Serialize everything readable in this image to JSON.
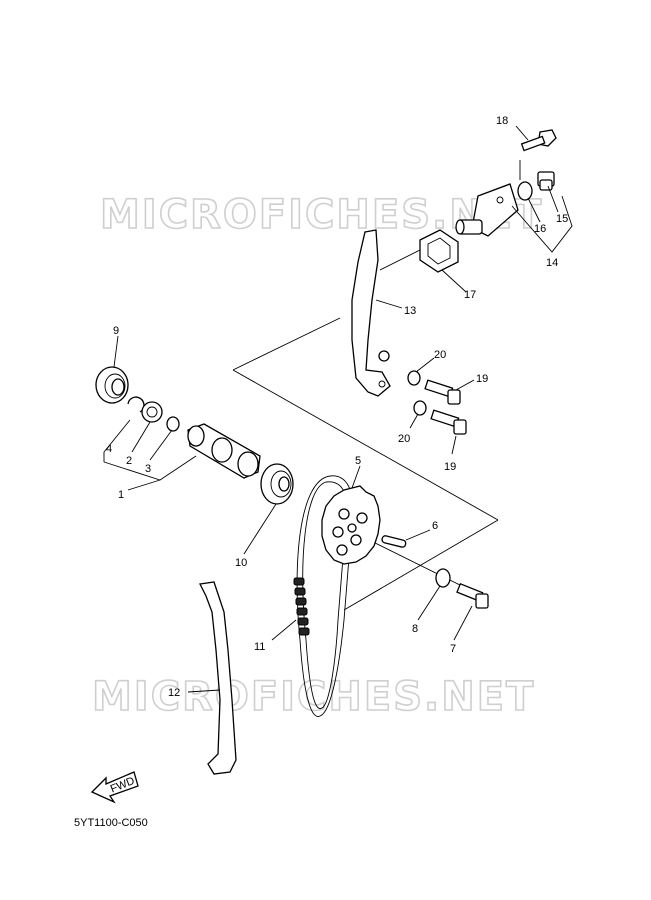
{
  "watermarks": [
    "MICROFICHES.NET",
    "MICROFICHES.NET"
  ],
  "diagram_code": "5YT1100-C050",
  "fwd_label": "FWD",
  "callouts": [
    {
      "id": "c1",
      "label": "1"
    },
    {
      "id": "c2",
      "label": "2"
    },
    {
      "id": "c3",
      "label": "3"
    },
    {
      "id": "c4",
      "label": "4"
    },
    {
      "id": "c5",
      "label": "5"
    },
    {
      "id": "c6",
      "label": "6"
    },
    {
      "id": "c7",
      "label": "7"
    },
    {
      "id": "c8",
      "label": "8"
    },
    {
      "id": "c9",
      "label": "9"
    },
    {
      "id": "c10",
      "label": "10"
    },
    {
      "id": "c11",
      "label": "11"
    },
    {
      "id": "c12",
      "label": "12"
    },
    {
      "id": "c13",
      "label": "13"
    },
    {
      "id": "c14",
      "label": "14"
    },
    {
      "id": "c15",
      "label": "15"
    },
    {
      "id": "c16",
      "label": "16"
    },
    {
      "id": "c17",
      "label": "17"
    },
    {
      "id": "c18",
      "label": "18"
    },
    {
      "id": "c19a",
      "label": "19"
    },
    {
      "id": "c19b",
      "label": "19"
    },
    {
      "id": "c20a",
      "label": "20"
    },
    {
      "id": "c20b",
      "label": "20"
    }
  ]
}
